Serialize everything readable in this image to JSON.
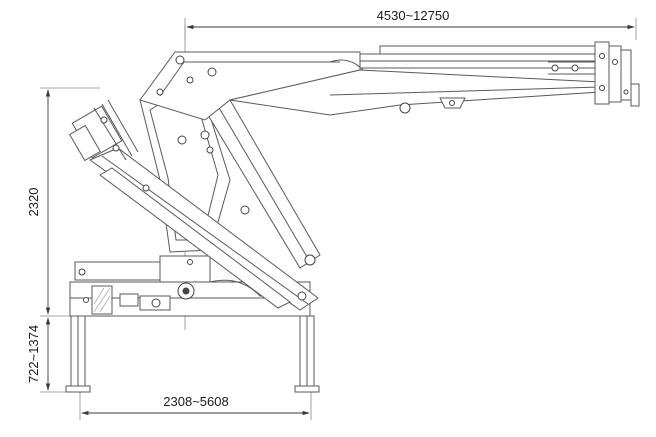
{
  "dimensions": {
    "top_reach": "4530~12750",
    "crane_height": "2320",
    "leg_height": "722~1374",
    "outrigger_span": "2308~5608"
  }
}
